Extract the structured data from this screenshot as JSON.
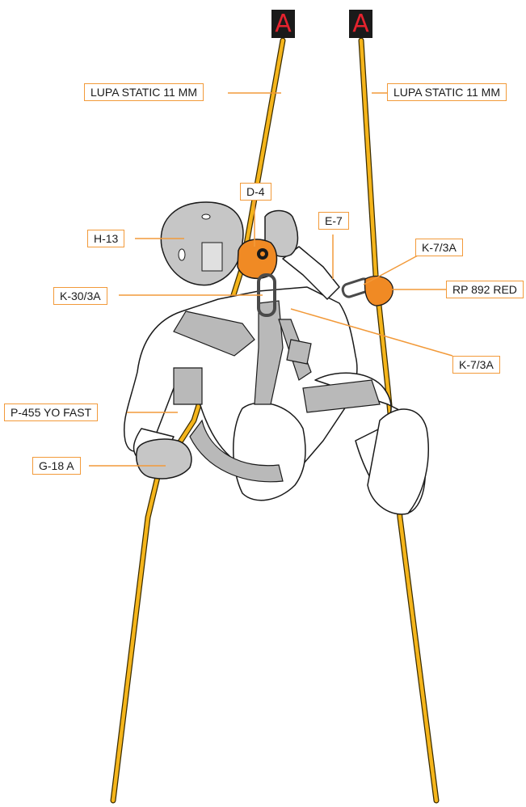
{
  "anchors": {
    "left": {
      "letter": "A",
      "color": "#e5232e"
    },
    "right": {
      "letter": "A",
      "color": "#e5232e"
    }
  },
  "labels": {
    "rope_left": "LUPA STATIC 11 MM",
    "rope_right": "LUPA STATIC 11 MM",
    "helmet": "H-13",
    "descender": "D-4",
    "lanyard": "E-7",
    "carabiner_top": "K-7/3A",
    "rope_grab": "RP 892 RED",
    "main_carabiner": "K-30/3A",
    "carabiner_bottom": "K-7/3A",
    "harness": "P-455 YO FAST",
    "gloves": "G-18 A"
  },
  "colors": {
    "rope": "#f5b51b",
    "rope_edge": "#3a2c00",
    "device": "#f08a24",
    "label_border": "#f29a3a",
    "anchor_bg": "#1a1a1a",
    "gear_gray": "#b9b9b9"
  },
  "icons": {
    "anchor": "anchor-icon",
    "helmet": "helmet-icon",
    "descender": "descender-icon",
    "rope_grab": "rope-grab-icon"
  }
}
